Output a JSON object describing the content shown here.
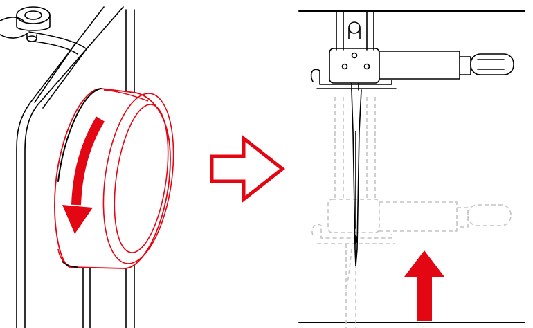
{
  "colors": {
    "accent": "#e30613",
    "line": "#000000",
    "ghost": "#c4c4c4",
    "background": "#ffffff"
  },
  "panels": {
    "left": {
      "subject": "handwheel",
      "motion": "rotate-toward-user"
    },
    "right": {
      "subject": "needle-bar",
      "motion": "needle-raised-up"
    }
  },
  "icons": {
    "rotation_arrow": "curved-down-arrow-icon",
    "transition_arrow": "outline-right-arrow-icon",
    "raise_arrow": "solid-up-arrow-icon"
  }
}
